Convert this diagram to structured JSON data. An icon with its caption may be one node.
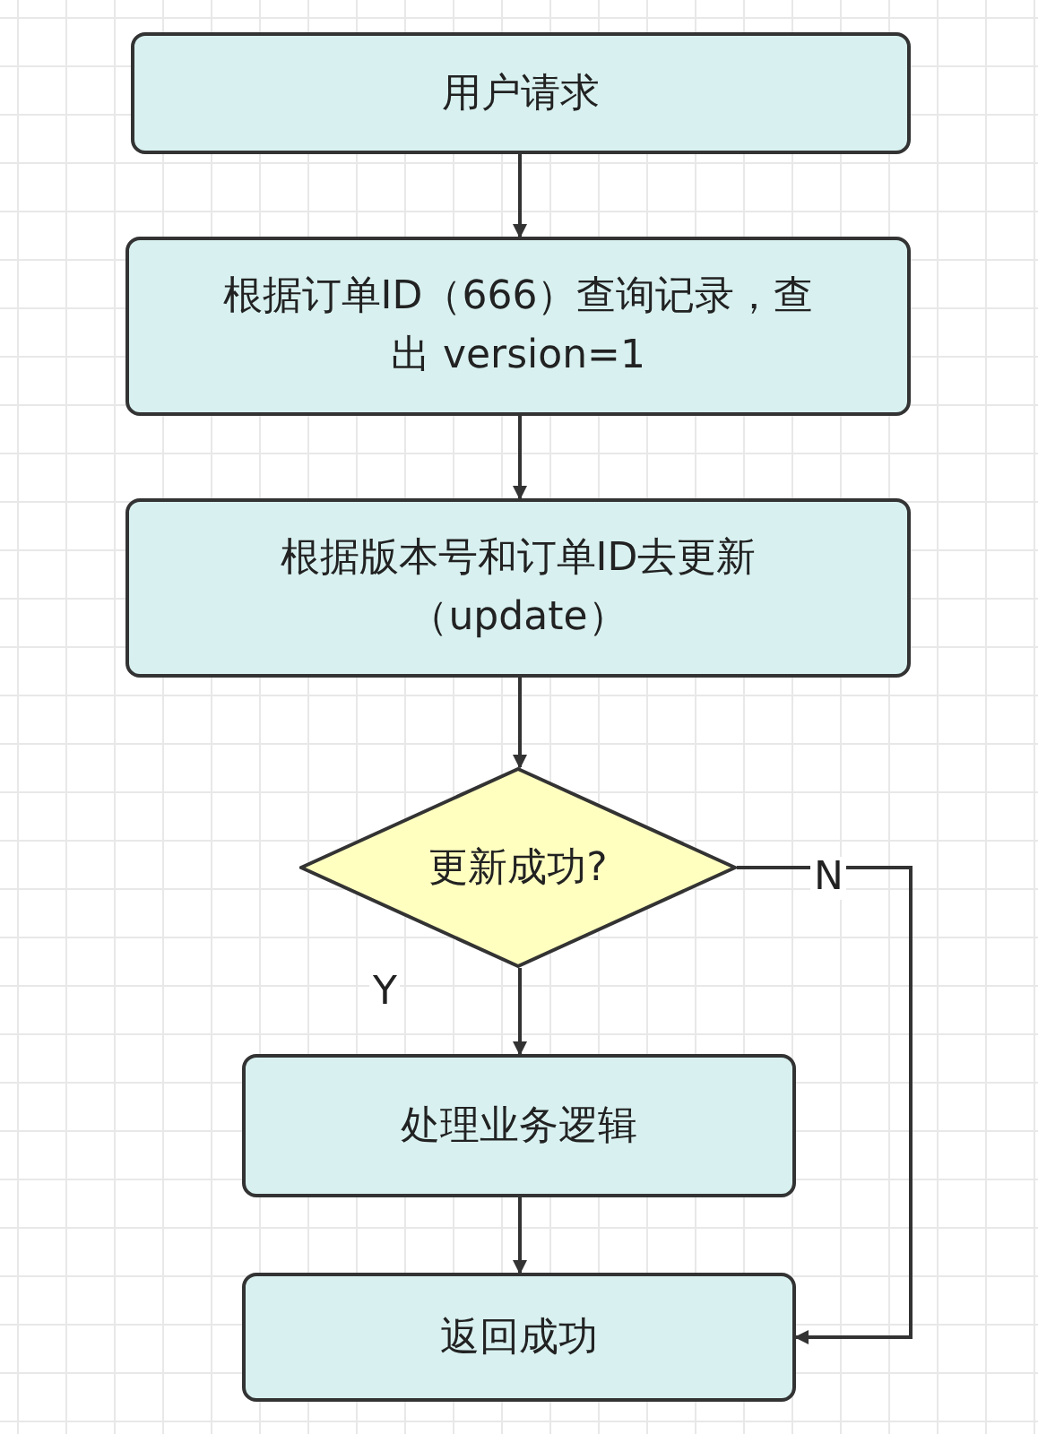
{
  "diagram": {
    "nodes": [
      {
        "text": [
          "用户请求"
        ]
      },
      {
        "text": [
          "根据订单ID（666）查询记录，查出 version=1"
        ]
      },
      {
        "text": [
          "根据版本号和订单ID去更新（update）"
        ]
      },
      {
        "text": [
          "更新成功?"
        ]
      },
      {
        "text": [
          "处理业务逻辑"
        ]
      },
      {
        "text": [
          "返回成功"
        ]
      }
    ],
    "edges": [
      {
        "from": 0,
        "to": 1,
        "arrow": "to"
      },
      {
        "from": 1,
        "to": 2,
        "arrow": "to"
      },
      {
        "from": 2,
        "to": 3,
        "arrow": "to"
      },
      {
        "from": 3,
        "to": 4,
        "arrow": "to",
        "label": "Y"
      },
      {
        "from": 3,
        "to": 5,
        "arrow": "to",
        "label": "N"
      },
      {
        "from": 4,
        "to": 5,
        "arrow": "to"
      }
    ]
  }
}
